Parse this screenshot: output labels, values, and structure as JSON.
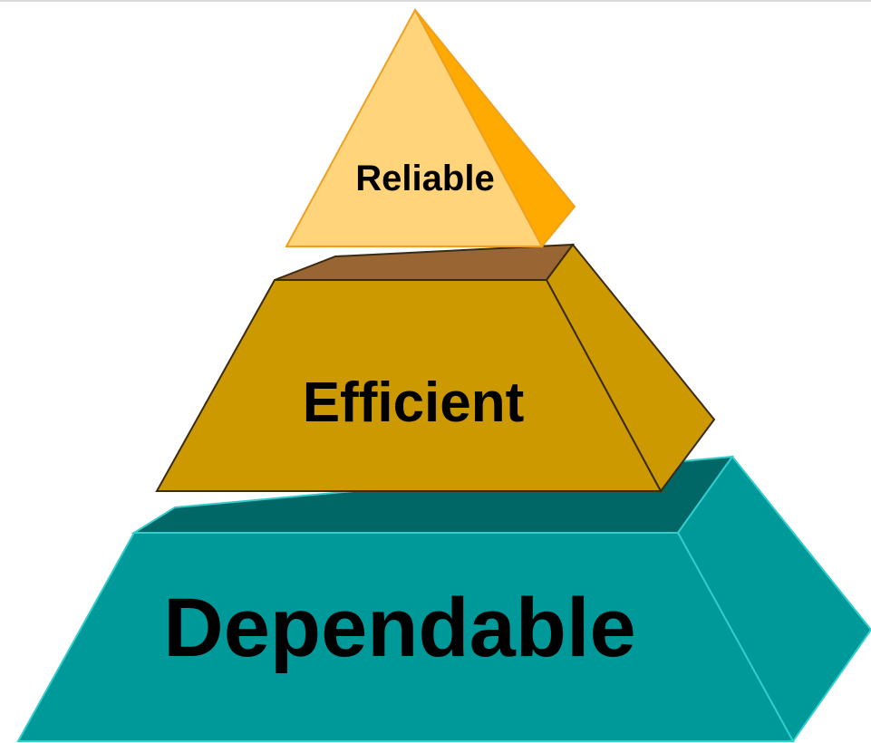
{
  "diagram": {
    "tiers": {
      "top": {
        "label": "Reliable",
        "front_color": "#FFD47A",
        "side_color": "#FFAA00",
        "edge_color": "#F0A020"
      },
      "middle": {
        "label": "Efficient",
        "front_color": "#CC9900",
        "side_color": "#CC9900",
        "top_color": "#996633",
        "edge_color": "#3A2A10"
      },
      "bottom": {
        "label": "Dependable",
        "front_color": "#009999",
        "side_color": "#009999",
        "top_color": "#006666",
        "edge_color": "#33CCCC"
      }
    }
  }
}
